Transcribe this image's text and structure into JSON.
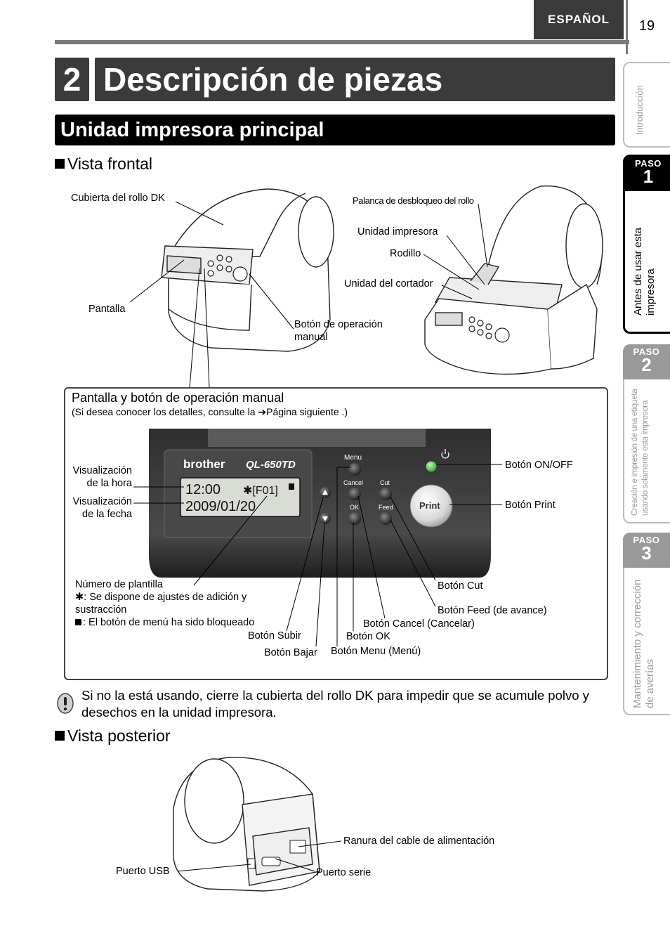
{
  "header": {
    "language": "ESPAÑOL",
    "page_number": "19"
  },
  "chapter": {
    "number": "2",
    "title": "Descripción de piezas"
  },
  "section": {
    "title": "Unidad impresora principal"
  },
  "front_view": {
    "heading": "Vista frontal",
    "labels": {
      "dk_cover": "Cubierta del rollo DK",
      "display": "Pantalla",
      "manual_button": "Botón de operación manual",
      "release_lever": "Palanca de desbloqueo del rollo",
      "print_unit": "Unidad impresora",
      "roller": "Rodillo",
      "cutter_unit": "Unidad del cortador"
    }
  },
  "panel": {
    "title": "Pantalla y botón de operación manual",
    "subtitle_prefix": "(Si desea conocer los detalles, consulte la ",
    "subtitle_link": "Página siguiente .)",
    "brand": "brother",
    "model": "QL-650TD",
    "lcd_time": "12:00",
    "lcd_template": "✱[F01]",
    "lcd_date": "2009/01/20",
    "buttons": {
      "menu": "Menu",
      "cancel": "Cancel",
      "ok": "OK",
      "cut": "Cut",
      "feed": "Feed",
      "print": "Print"
    },
    "labels": {
      "time_display": "Visualización de la hora",
      "date_display": "Visualización de la fecha",
      "on_off": "Botón ON/OFF",
      "print_btn": "Botón Print",
      "template_number": "Número de plantilla",
      "template_asterisk": ": Se dispone de ajustes de adición y sustracción",
      "template_lock": ": El botón de menú ha sido bloqueado",
      "cut_btn": "Botón Cut",
      "feed_btn": "Botón Feed (de avance)",
      "cancel_btn": "Botón Cancel (Cancelar)",
      "ok_btn": "Botón OK",
      "menu_btn": "Botón Menu (Menú)",
      "up_btn": "Botón Subir",
      "down_btn": "Botón Bajar"
    }
  },
  "note": "Si no la está usando, cierre la cubierta del rollo DK para impedir que se acumule polvo y desechos en la unidad impresora.",
  "rear_view": {
    "heading": "Vista posterior",
    "labels": {
      "power_slot": "Ranura del cable de alimentación",
      "usb_port": "Puerto USB",
      "serial_port": "Puerto serie"
    }
  },
  "side_tabs": [
    {
      "label": "Introducción",
      "active": false
    },
    {
      "paso": "PASO",
      "num": "1",
      "label": "Antes de usar esta impresora",
      "active": true
    },
    {
      "paso": "PASO",
      "num": "2",
      "label": "Creación e impresión de una etiqueta usando solamente esta impresora",
      "active": false
    },
    {
      "paso": "PASO",
      "num": "3",
      "label": "Mantenimiento y corrección de averías",
      "active": false
    }
  ],
  "colors": {
    "dark_bar": "#3b3b3b",
    "gray": "#9a9a9a",
    "on_led": "#3fbf3f"
  }
}
